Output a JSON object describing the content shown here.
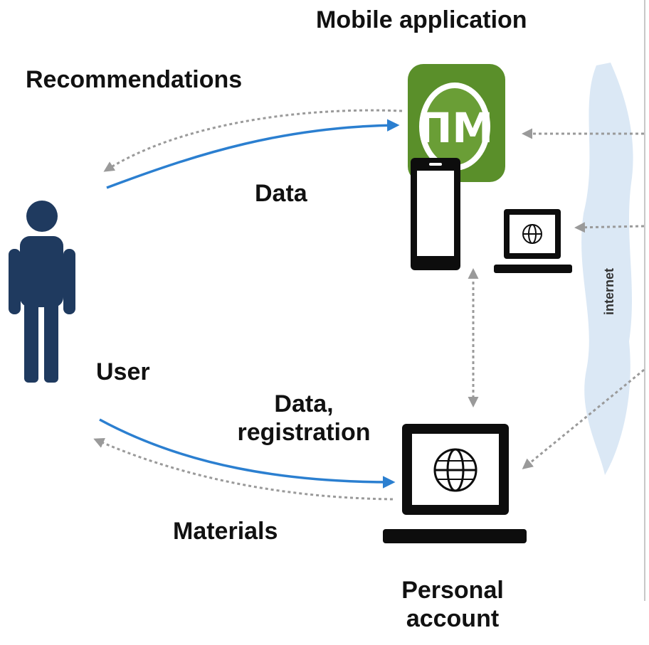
{
  "title": "Mobile application",
  "nodes": {
    "app_logo_text": "ПМ",
    "cloud_label": "internet",
    "personal_account": [
      "Personal",
      "account"
    ]
  },
  "edges": {
    "recommendations": "Recommendations",
    "data": "Data",
    "user": "User",
    "data_registration": [
      "Data,",
      "registration"
    ],
    "materials": "Materials"
  },
  "colors": {
    "arrow_blue": "#2b7fd0",
    "arrow_gray": "#9a9a9a",
    "user_icon": "#1f3a5f",
    "app_green": "#5a8f2a",
    "cloud": "#dbe8f5",
    "device": "#0d0d0d"
  }
}
